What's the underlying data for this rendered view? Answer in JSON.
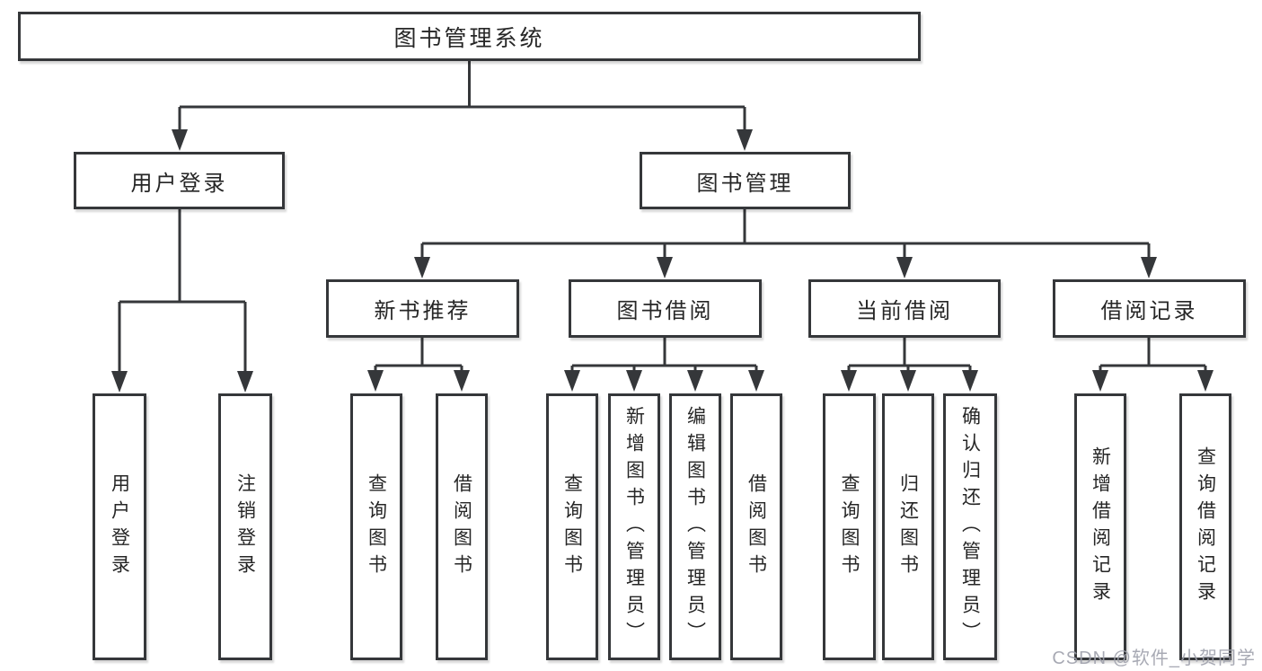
{
  "tree": {
    "label": "图书管理系统",
    "children": [
      {
        "label": "用户登录",
        "children": [
          {
            "label": "用户登录"
          },
          {
            "label": "注销登录"
          }
        ]
      },
      {
        "label": "图书管理",
        "children": [
          {
            "label": "新书推荐",
            "children": [
              {
                "label": "查询图书"
              },
              {
                "label": "借阅图书"
              }
            ]
          },
          {
            "label": "图书借阅",
            "children": [
              {
                "label": "查询图书"
              },
              {
                "label": "新增图书（管理员）"
              },
              {
                "label": "编辑图书（管理员）"
              },
              {
                "label": "借阅图书"
              }
            ]
          },
          {
            "label": "当前借阅",
            "children": [
              {
                "label": "查询图书"
              },
              {
                "label": "归还图书"
              },
              {
                "label": "确认归还（管理员）"
              }
            ]
          },
          {
            "label": "借阅记录",
            "children": [
              {
                "label": "新增借阅记录"
              },
              {
                "label": "查询借阅记录"
              }
            ]
          }
        ]
      }
    ]
  },
  "watermark": {
    "text": "CSDN @软件_小贺同学"
  },
  "colors": {
    "line": "#35373a",
    "text": "#262626",
    "box_background": "#ffffff",
    "watermark": "#9fa1ac"
  }
}
